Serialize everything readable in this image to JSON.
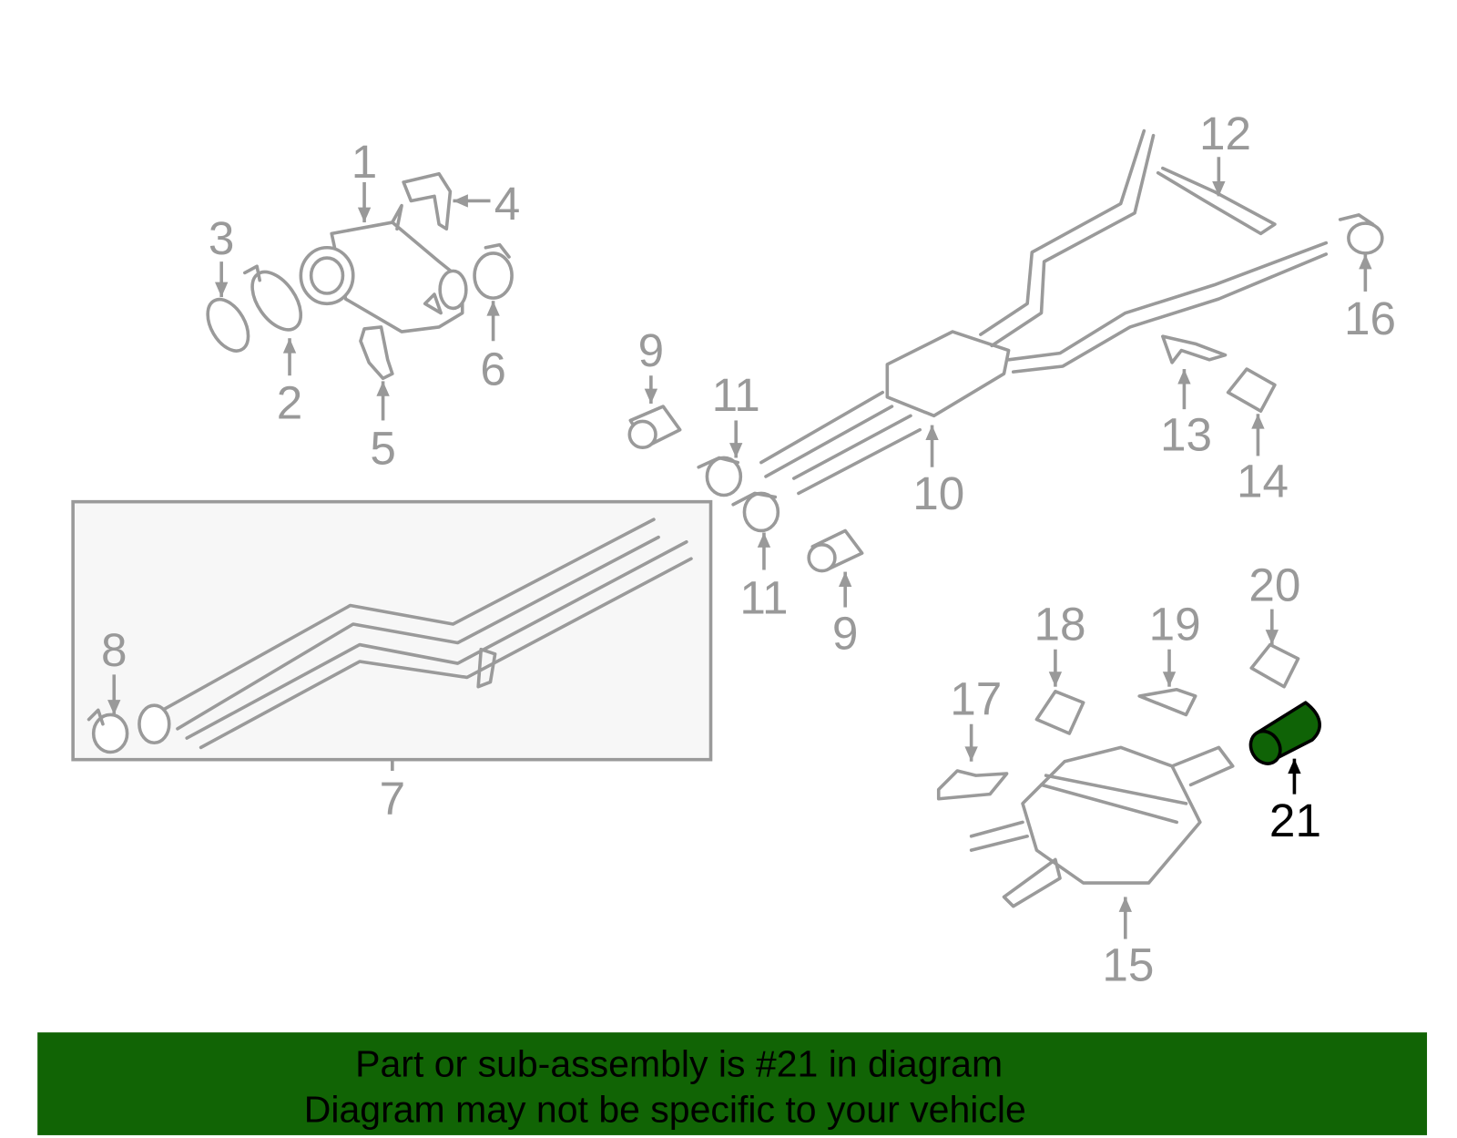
{
  "diagram": {
    "callouts": [
      "1",
      "2",
      "3",
      "4",
      "5",
      "6",
      "7",
      "8",
      "9",
      "9",
      "10",
      "11",
      "11",
      "12",
      "13",
      "14",
      "15",
      "16",
      "17",
      "18",
      "19",
      "20",
      "21"
    ],
    "highlighted_part": "21",
    "highlight_color": "#0f6306",
    "line_color": "#9a9a9a"
  },
  "banner": {
    "line1": "Part or sub-assembly is #21 in diagram",
    "line2": "Diagram may not be specific to your vehicle",
    "color": "#116405"
  }
}
